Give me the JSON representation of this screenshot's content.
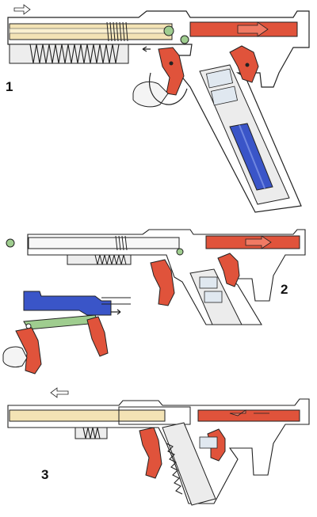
{
  "steps": [
    {
      "label": "1"
    },
    {
      "label": "2"
    },
    {
      "label": "3"
    }
  ],
  "colors": {
    "line": "#222222",
    "barrel": "#f3e3b5",
    "red": "#e0533b",
    "blue": "#3a55c8",
    "green": "#9fcd8f",
    "grey": "#e6e6e6",
    "skin": "#f4f4f4"
  }
}
